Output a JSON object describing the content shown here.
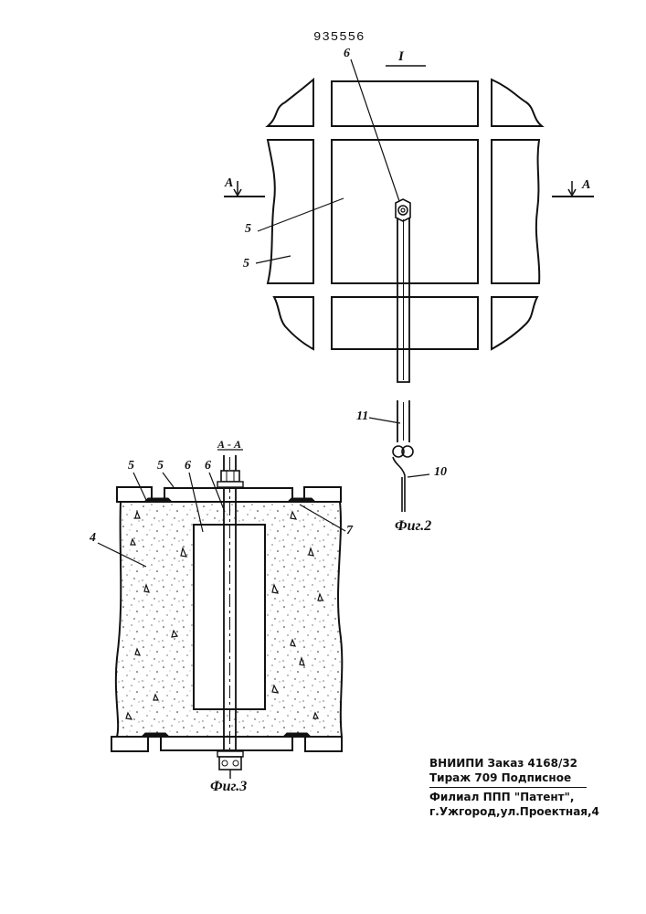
{
  "patent_number": "935556",
  "figure2": {
    "view_label": "I",
    "section_mark_left": "А",
    "section_mark_right": "А",
    "callouts": {
      "bolt": "6",
      "panel_a": "5",
      "panel_b": "5",
      "rod": "11",
      "hook": "10"
    },
    "caption": "Фиг.2"
  },
  "figure3": {
    "section_title": "А - А",
    "callouts": {
      "panel_left": "5",
      "panel_top": "5",
      "insert": "6",
      "bolt": "6",
      "concrete": "4",
      "gasket": "7"
    },
    "caption": "Фиг.3"
  },
  "imprint": {
    "line1": "ВНИИПИ Заказ 4168/32",
    "line2": "Тираж 709 Подписное",
    "line3": "Филиал ППП \"Патент\",",
    "line4": "г.Ужгород,ул.Проектная,4"
  }
}
